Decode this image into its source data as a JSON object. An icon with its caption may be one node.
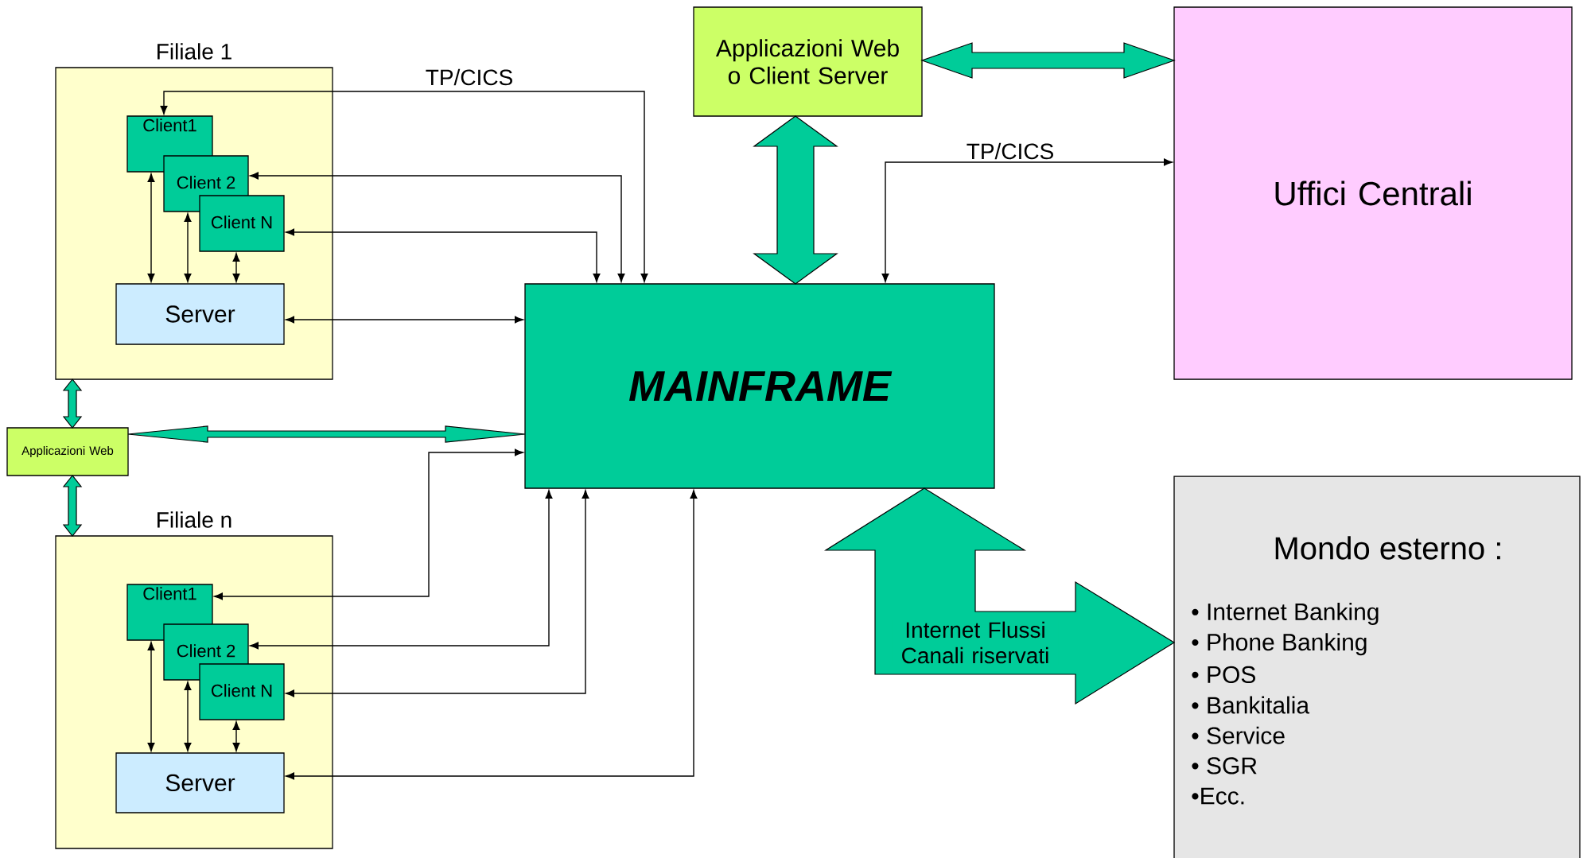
{
  "diagram": {
    "nodes": [
      {
        "text": [
          "Filiale 1"
        ]
      },
      {
        "text": [
          "Client1"
        ],
        "in": 0
      },
      {
        "text": [
          "Client 2"
        ],
        "in": 0
      },
      {
        "text": [
          "Client N"
        ],
        "in": 0
      },
      {
        "text": [
          "Server"
        ],
        "in": 0
      },
      {
        "text": [
          "Applicazioni Web"
        ]
      },
      {
        "text": [
          "Filiale n"
        ]
      },
      {
        "text": [
          "Client1"
        ],
        "in": 6
      },
      {
        "text": [
          "Client 2"
        ],
        "in": 6
      },
      {
        "text": [
          "Client N"
        ],
        "in": 6
      },
      {
        "text": [
          "Server"
        ],
        "in": 6
      },
      {
        "text": [
          "MAINFRAME"
        ]
      },
      {
        "text": [
          "Applicazioni Web o Client Server"
        ]
      },
      {
        "text": [
          "Uffici Centrali"
        ]
      },
      {
        "text": [
          "Mondo esterno :",
          "• Internet Banking",
          "• Phone Banking",
          "• POS",
          "• Bankitalia",
          "• Service",
          "• SGR",
          "•Ecc."
        ]
      }
    ],
    "edges": [
      {
        "from": 1,
        "to": 4,
        "arrow": "both"
      },
      {
        "from": 2,
        "to": 4,
        "arrow": "both"
      },
      {
        "from": 3,
        "to": 4,
        "arrow": "both"
      },
      {
        "from": 1,
        "to": 11,
        "arrow": "both",
        "label": "TP/CICS"
      },
      {
        "from": 2,
        "to": 11,
        "arrow": "both"
      },
      {
        "from": 3,
        "to": 11,
        "arrow": "both"
      },
      {
        "from": 4,
        "to": 11,
        "arrow": "both"
      },
      {
        "from": 7,
        "to": 11,
        "arrow": "both"
      },
      {
        "from": 8,
        "to": 11,
        "arrow": "both"
      },
      {
        "from": 9,
        "to": 11,
        "arrow": "both"
      },
      {
        "from": 10,
        "to": 11,
        "arrow": "both"
      },
      {
        "from": 7,
        "to": 10,
        "arrow": "both"
      },
      {
        "from": 8,
        "to": 10,
        "arrow": "both"
      },
      {
        "from": 9,
        "to": 10,
        "arrow": "both"
      },
      {
        "from": 0,
        "to": 5,
        "arrow": "both",
        "style": "thick",
        "color": "#00cc99"
      },
      {
        "from": 5,
        "to": 6,
        "arrow": "both",
        "style": "thick",
        "color": "#00cc99"
      },
      {
        "from": 5,
        "to": 11,
        "arrow": "both",
        "style": "thick",
        "color": "#00cc99"
      },
      {
        "from": 12,
        "to": 11,
        "arrow": "both",
        "style": "thick",
        "color": "#00cc99"
      },
      {
        "from": 12,
        "to": 13,
        "arrow": "both",
        "style": "thick",
        "color": "#00cc99"
      },
      {
        "from": 11,
        "to": 13,
        "arrow": "both",
        "label": "TP/CICS"
      },
      {
        "from": 11,
        "to": 14,
        "arrow": "both",
        "style": "thick",
        "color": "#00cc99",
        "label": "Internet Flussi Canali riservati"
      }
    ]
  }
}
